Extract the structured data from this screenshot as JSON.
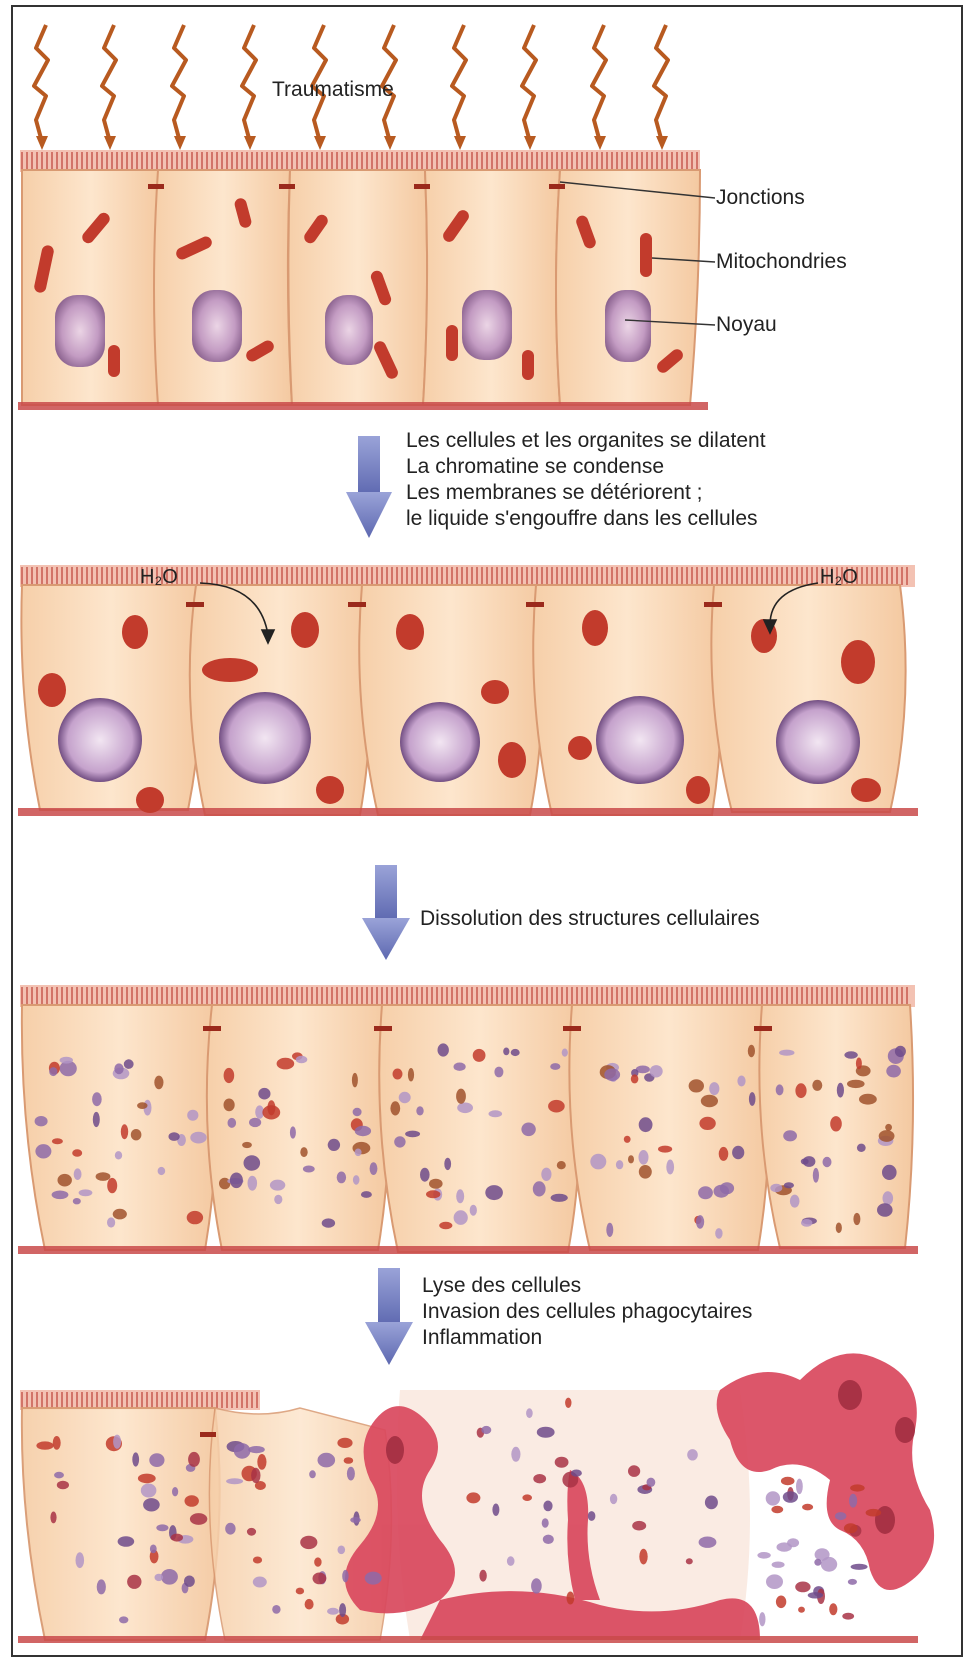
{
  "top_label": "Traumatisme",
  "labels": {
    "junctions": "Jonctions",
    "mitochondria": "Mitochondries",
    "nucleus": "Noyau"
  },
  "step1": {
    "lines": [
      "Les cellules et les organites se dilatent",
      "La chromatine se condense",
      "Les membranes se détériorent ;",
      "le liquide s'engouffre dans les cellules"
    ],
    "water_left": "H₂O",
    "water_right": "H₂O"
  },
  "step2": {
    "lines": [
      "Dissolution des structures cellulaires"
    ]
  },
  "step3": {
    "lines": [
      "Lyse des cellules",
      "Invasion des cellules phagocytaires",
      "Inflammation"
    ]
  },
  "colors": {
    "cell": "#fbe0c2",
    "cell_edge": "#e8b48c",
    "mitochondria": "#c0392b",
    "nucleus": "#b98fc2",
    "arrow": "#7a86c6",
    "inflammation": "#d44a5c",
    "bolt": "#b85a20"
  }
}
